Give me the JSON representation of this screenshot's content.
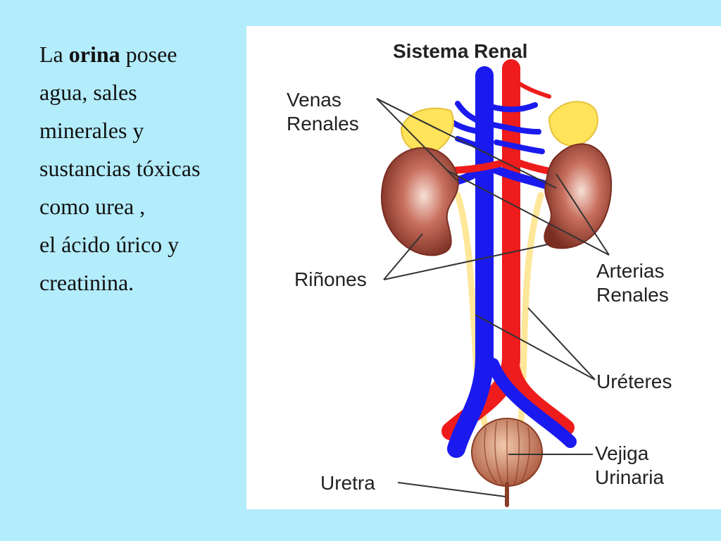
{
  "text": {
    "line1_pre": "La ",
    "line1_bold": "orina",
    "line1_post": " posee",
    "line2": "agua, sales",
    "line3": "minerales y",
    "line4": "sustancias tóxicas",
    "line5": "como urea ,",
    "line6": "el ácido úrico y",
    "line7": "creatinina."
  },
  "diagram": {
    "title": "Sistema Renal",
    "labels": {
      "venas_1": "Venas",
      "venas_2": "Renales",
      "rinones": "Riñones",
      "arterias_1": "Arterias",
      "arterias_2": "Renales",
      "ureteres": "Uréteres",
      "vejiga_1": "Vejiga",
      "vejiga_2": "Urinaria",
      "uretra": "Uretra"
    },
    "colors": {
      "background": "#b3ecfb",
      "vein": "#1a1aee",
      "artery": "#ee1c1c",
      "kidney": "#a0483a",
      "adrenal": "#ffe35a",
      "ureter": "#ffe79a",
      "bladder": "#c8785a"
    }
  }
}
